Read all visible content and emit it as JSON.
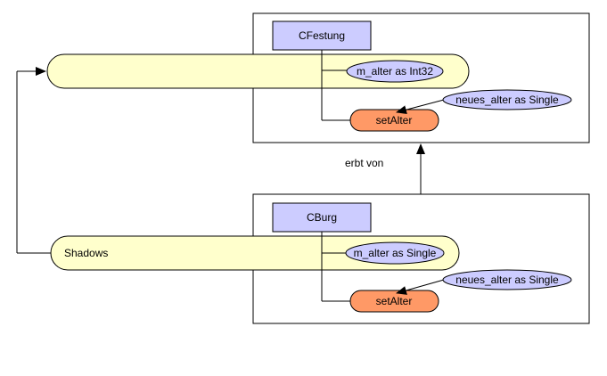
{
  "diagram": {
    "top_class": {
      "name": "CFestung",
      "field": "m_alter as Int32",
      "method": "setAlter",
      "param": "neues_alter as Single"
    },
    "bottom_class": {
      "name": "CBurg",
      "field": "m_alter as Single",
      "method": "setAlter",
      "param": "neues_alter as Single"
    },
    "inheritance_label": "erbt von",
    "shadows_label": "Shadows",
    "colors": {
      "class_box": "#ccccff",
      "band": "#ffffcc",
      "field_ellipse": "#ccccff",
      "method_pill": "#ff9966",
      "param_ellipse": "#ccccff",
      "stroke": "#000000"
    }
  }
}
